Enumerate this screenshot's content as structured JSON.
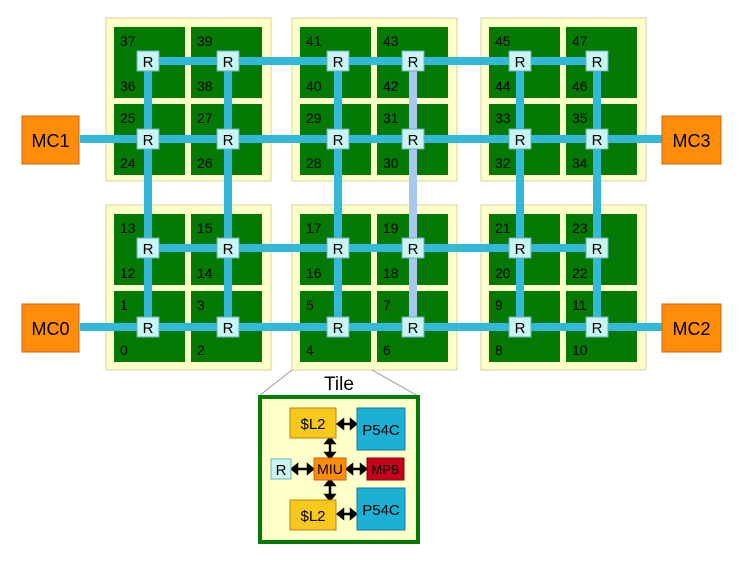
{
  "diagram": {
    "router_label": "R",
    "tiles_top_row": [
      {
        "upper_left": "37",
        "upper_right": "39",
        "lower_left": "36",
        "lower_right": "38",
        "bottom_left": "25",
        "bottom_right": "27",
        "bottom_lower_left": "24",
        "bottom_lower_right": "26"
      },
      {
        "upper_left": "41",
        "upper_right": "43",
        "lower_left": "40",
        "lower_right": "42",
        "bottom_left": "29",
        "bottom_right": "31",
        "bottom_lower_left": "28",
        "bottom_lower_right": "30"
      },
      {
        "upper_left": "45",
        "upper_right": "47",
        "lower_left": "44",
        "lower_right": "46",
        "bottom_left": "33",
        "bottom_right": "35",
        "bottom_lower_left": "32",
        "bottom_lower_right": "34"
      }
    ],
    "tiles_bottom_row": [
      {
        "upper_left": "13",
        "upper_right": "15",
        "lower_left": "12",
        "lower_right": "14",
        "bottom_left": "1",
        "bottom_right": "3",
        "bottom_lower_left": "0",
        "bottom_lower_right": "2"
      },
      {
        "upper_left": "17",
        "upper_right": "19",
        "lower_left": "16",
        "lower_right": "18",
        "bottom_left": "5",
        "bottom_right": "7",
        "bottom_lower_left": "4",
        "bottom_lower_right": "6"
      },
      {
        "upper_left": "21",
        "upper_right": "23",
        "lower_left": "20",
        "lower_right": "22",
        "bottom_left": "9",
        "bottom_right": "11",
        "bottom_lower_left": "8",
        "bottom_lower_right": "10"
      }
    ],
    "memory_controllers": {
      "mc0": "MC0",
      "mc1": "MC1",
      "mc2": "MC2",
      "mc3": "MC3"
    },
    "tile_detail": {
      "title": "Tile",
      "l2_top": "$L2",
      "l2_bottom": "$L2",
      "core_top": "P54C",
      "core_bottom": "P54C",
      "miu": "MIU",
      "mpb": "MPB",
      "router": "R"
    },
    "colors": {
      "core_green": "#047a04",
      "tile_bg": "#ffffc9",
      "link_blue": "#33b8d8",
      "link_light": "#a9c8f0",
      "router_fill": "#c9f4f4",
      "mc_orange": "#ff8c0a",
      "l2_yellow": "#f8c81c",
      "p54c_blue": "#1bb0d4",
      "mpb_red": "#c8001c"
    }
  }
}
